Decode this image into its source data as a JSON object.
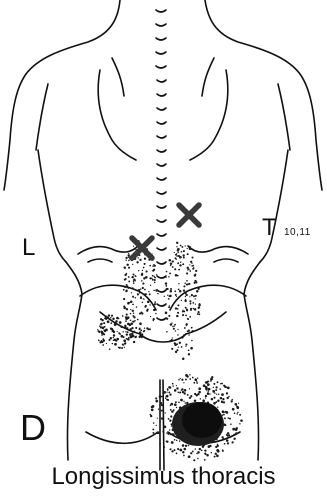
{
  "figure": {
    "panel_letter": "D",
    "side_label_left": "L",
    "side_label_right": "T",
    "side_label_right_sub": "10,11",
    "caption": "Longissimus thoracis",
    "trigger_point_marker": "x-mark",
    "colors": {
      "ink": "#111111",
      "marker": "#3a3a3a",
      "stipple": "#1a1a1a",
      "background": "#ffffff"
    }
  }
}
